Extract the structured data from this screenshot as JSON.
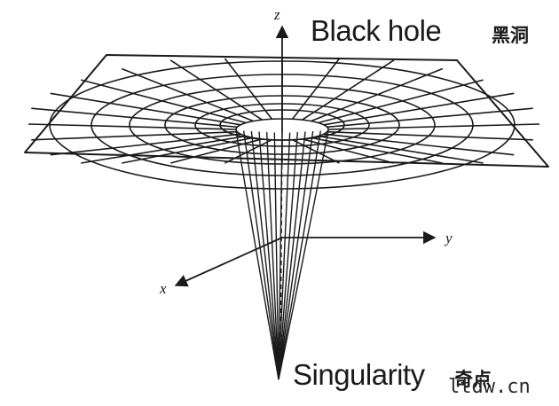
{
  "labels": {
    "black_hole_en": "Black hole",
    "black_hole_zh": "黑洞",
    "singularity_en": "Singularity",
    "singularity_zh": "奇点"
  },
  "axes": {
    "x": "x",
    "y": "y",
    "z": "z"
  },
  "watermark": "ltdw.cn",
  "colors": {
    "ink": "#1a1a1a",
    "background": "#ffffff"
  }
}
